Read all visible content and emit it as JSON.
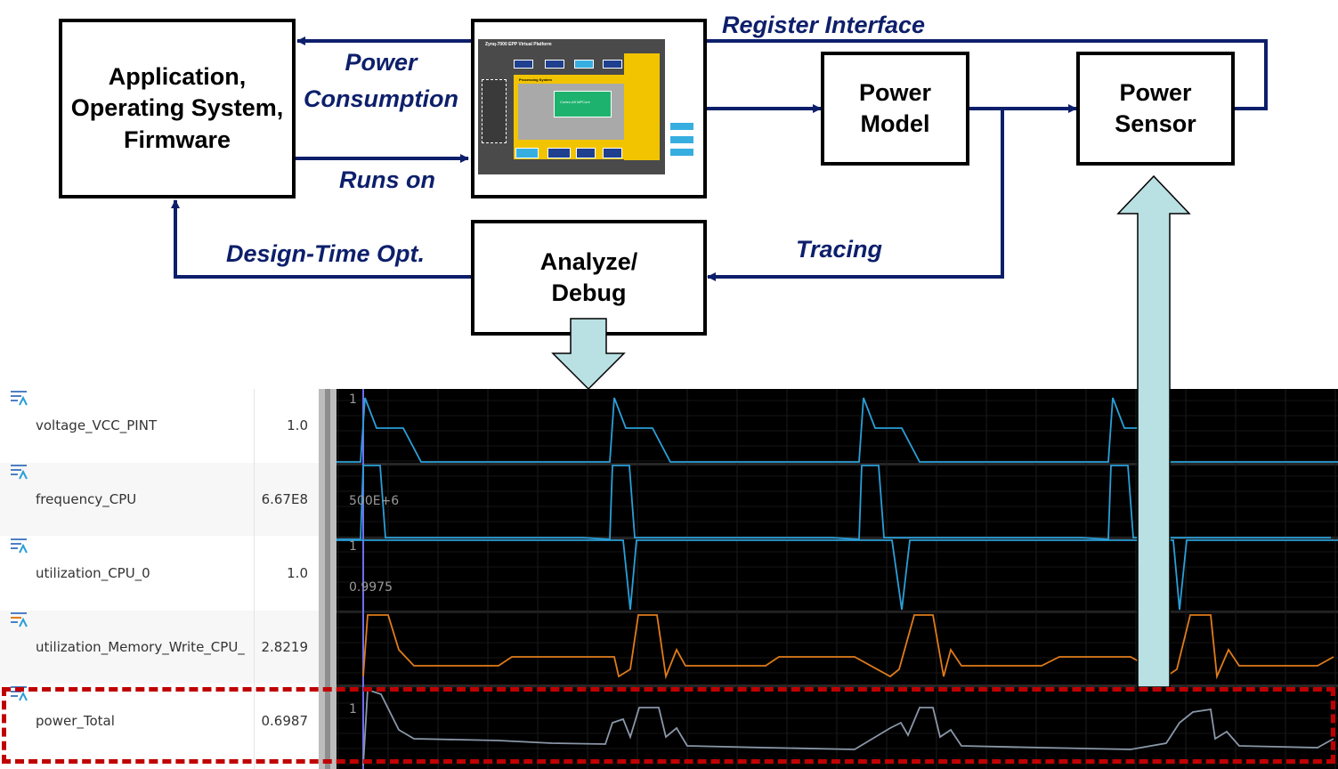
{
  "boxes": {
    "app": "Application,\nOperating System,\nFirmware",
    "power_model": "Power\nModel",
    "power_sensor": "Power\nSensor",
    "analyze": "Analyze/\nDebug"
  },
  "edge_labels": {
    "power_consumption": "Power\nConsumption",
    "runs_on": "Runs on",
    "register_interface": "Register Interface",
    "design_time": "Design-Time Opt.",
    "tracing": "Tracing"
  },
  "platform_image": {
    "title": "Zynq-7000 EPP Virtual Platform",
    "processing_system": "Processing System",
    "core": "Cortex-A9 MPCore"
  },
  "signals": [
    {
      "name": "voltage_VCC_PINT",
      "value": "1.0"
    },
    {
      "name": "frequency_CPU",
      "value": "6.67E8"
    },
    {
      "name": "utilization_CPU_0",
      "value": "1.0"
    },
    {
      "name": "utilization_Memory_Write_CPU_",
      "value": "2.8219"
    },
    {
      "name": "power_Total",
      "value": "0.6987"
    }
  ],
  "waveform_labels": {
    "v1": "1",
    "f1": "500E+6",
    "u1": "1",
    "u2": "0.9975",
    "p1": "1"
  },
  "colors": {
    "arrow": "#0d1f6b",
    "fat_arrow_fill": "#b9e0e2",
    "trace_blue": "#2a9fd8",
    "trace_orange": "#e07b1a",
    "trace_gray": "#8a97a8",
    "highlight": "#c00000"
  }
}
